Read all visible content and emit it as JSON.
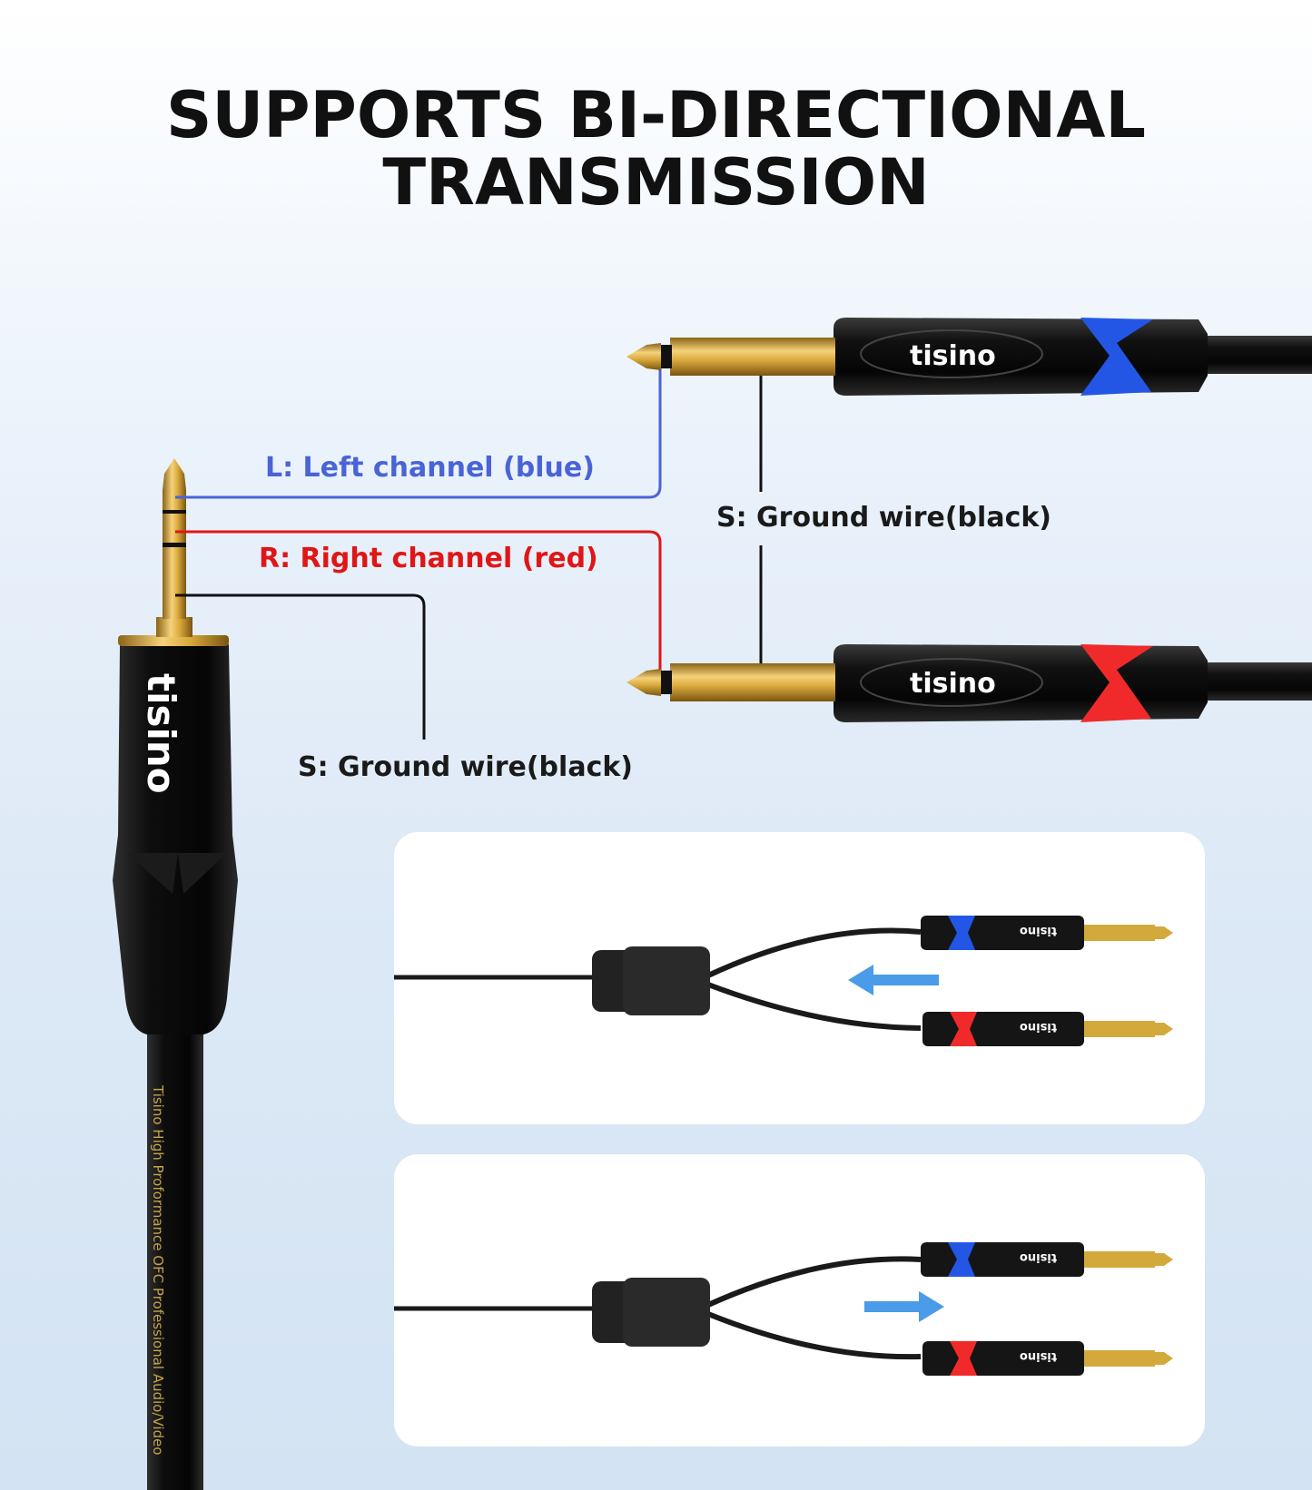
{
  "title": {
    "line1": "SUPPORTS BI-DIRECTIONAL",
    "line2": "TRANSMISSION"
  },
  "labels": {
    "left_channel": "L: Left channel (blue)",
    "right_channel": "R: Right channel (red)",
    "ground_wire_top": "S: Ground wire(black)",
    "ground_wire_bottom": "S: Ground wire(black)"
  },
  "brand": "tisino",
  "cable_print": "Tisino High Proformance OFC Professional  Audio/Video",
  "colors": {
    "left_wire": "#4a63d6",
    "right_wire": "#e01616",
    "ground_wire": "#111111",
    "blue_collar": "#2456e6",
    "red_collar": "#f02a2a",
    "arrow": "#4a9be8",
    "gold": "#d4a93c"
  },
  "panels": [
    {
      "arrow_direction": "left"
    },
    {
      "arrow_direction": "right"
    }
  ]
}
